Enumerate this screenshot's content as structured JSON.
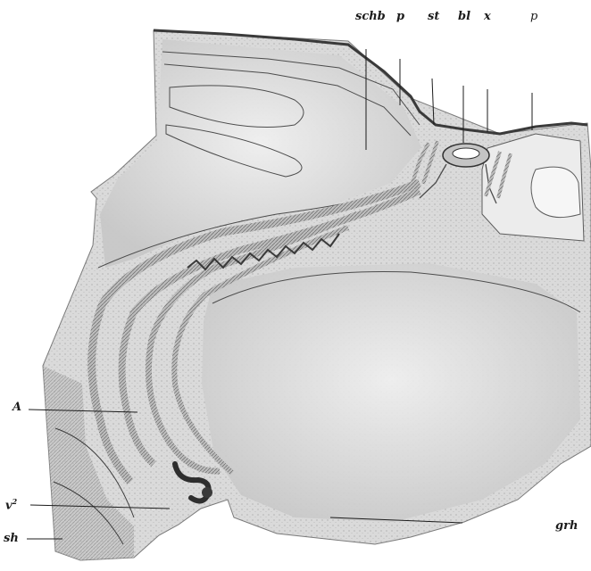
{
  "labels": {
    "top": [
      "schb",
      "p",
      "st",
      "bl",
      "x",
      "p"
    ],
    "left_A": "A",
    "left_v_base": "v",
    "left_v_sup": "2",
    "left_sh": "sh",
    "right_grh": "grh"
  },
  "colors": {
    "ink": "#1c1c1c",
    "tissue": "#d9d9d9",
    "tissue_dark": "#a5a5a5",
    "background": "#ffffff"
  }
}
